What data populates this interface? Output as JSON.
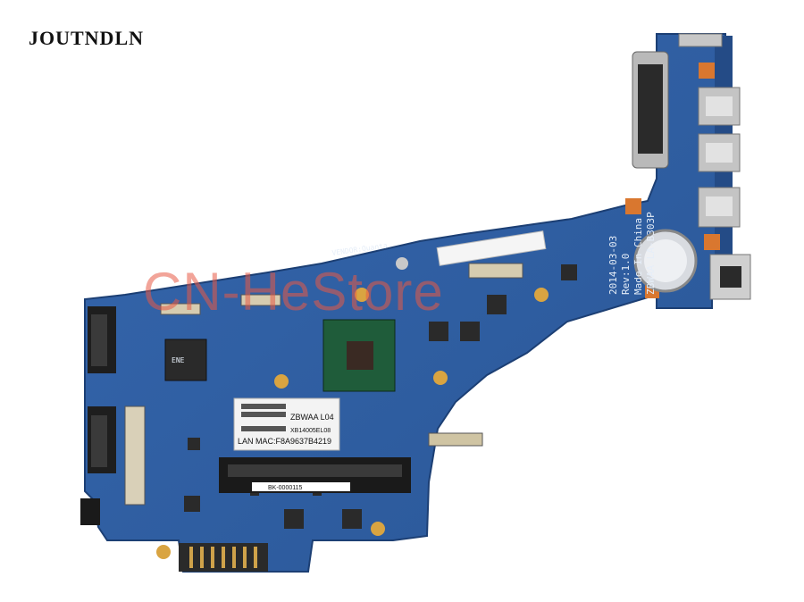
{
  "brand": "JOUTNDLN",
  "watermark": "CN-HeStore",
  "board": {
    "model": "ZBWAA LA-B303P",
    "made_in": "Made In China",
    "rev": "Rev:1.0",
    "date": "2014-03-03",
    "vendor": "VENDOR:Quanta",
    "sticker_model": "ZBWAA L04",
    "lan_mac": "LAN MAC:F8A9637B4219",
    "sticker_serial": "XB14005EL08",
    "ram_sticker": "BK-0000115"
  },
  "colors": {
    "pcb": "#2f5fa2",
    "pcb_dark": "#1f4a86",
    "silkscreen": "#e6eef8",
    "gold": "#d9a441",
    "chip": "#2a2a2a",
    "watermark": "#e85a46"
  }
}
